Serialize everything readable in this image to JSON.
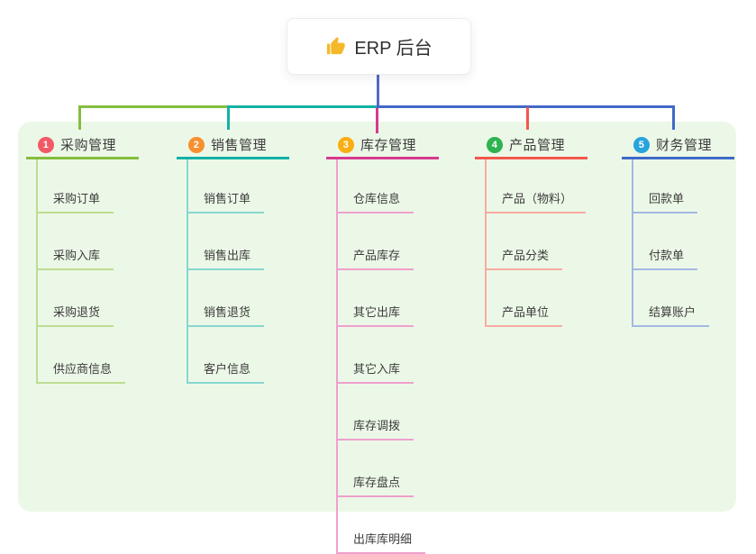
{
  "root": {
    "title": "ERP 后台",
    "icon": "thumbs-up-icon"
  },
  "colors": {
    "canvas_background": "#ffffff",
    "panel_background": "#ecf8e7",
    "root_vertical_line": "#5668c8",
    "connector_segment_green": "#85bd3f",
    "connector_segment_teal": "#14b1a6",
    "connector_segment_blue": "#4468c8",
    "text": "#3c3c3c"
  },
  "branches": [
    {
      "badge": "1",
      "badge_color": "#f25966",
      "line_color": "#85bd3f",
      "tint_color": "#bddd92",
      "label": "采购管理",
      "children": [
        "采购订单",
        "采购入库",
        "采购退货",
        "供应商信息"
      ]
    },
    {
      "badge": "2",
      "badge_color": "#f7902f",
      "line_color": "#14b1a6",
      "tint_color": "#87d7d0",
      "label": "销售管理",
      "children": [
        "销售订单",
        "销售出库",
        "销售退货",
        "客户信息"
      ]
    },
    {
      "badge": "3",
      "badge_color": "#fbae12",
      "line_color": "#d63a8f",
      "tint_color": "#efa0cc",
      "label": "库存管理",
      "children": [
        "仓库信息",
        "产品库存",
        "其它出库",
        "其它入库",
        "库存调拨",
        "库存盘点",
        "出库库明细"
      ]
    },
    {
      "badge": "4",
      "badge_color": "#2eb350",
      "line_color": "#f2574d",
      "tint_color": "#f8aba3",
      "label": "产品管理",
      "children": [
        "产品（物料）",
        "产品分类",
        "产品单位"
      ]
    },
    {
      "badge": "5",
      "badge_color": "#28a4dd",
      "line_color": "#3f6ac7",
      "tint_color": "#a4b8e2",
      "label": "财务管理",
      "children": [
        "回款单",
        "付款单",
        "结算账户"
      ]
    }
  ]
}
